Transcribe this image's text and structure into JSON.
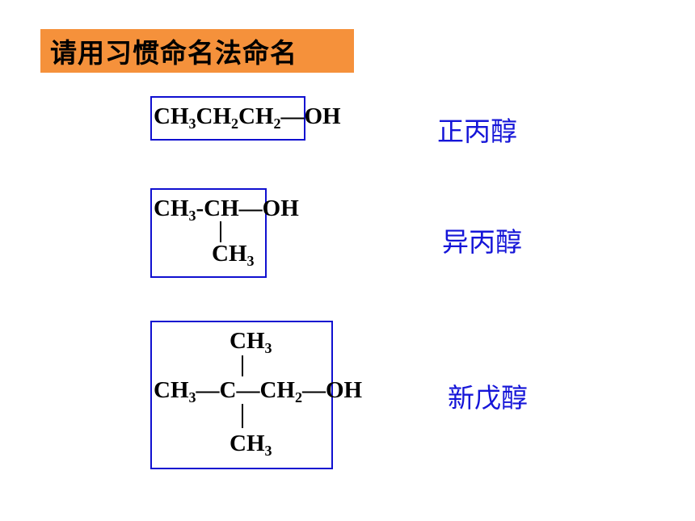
{
  "title": "请用习惯命名法命名",
  "items": [
    {
      "parts": [
        {
          "t": "CH",
          "s": "3"
        },
        {
          "t": "CH",
          "s": "2"
        },
        {
          "t": "CH",
          "s": "2"
        },
        {
          "t": "—OH",
          "s": ""
        }
      ],
      "answer": "正丙醇"
    },
    {
      "main_parts": [
        {
          "t": "CH",
          "s": "3"
        },
        {
          "t": "-CH—OH",
          "s": ""
        }
      ],
      "branch_parts": [
        {
          "t": "CH",
          "s": "3"
        }
      ],
      "answer": "异丙醇"
    },
    {
      "top_parts": [
        {
          "t": "CH",
          "s": "3"
        }
      ],
      "main_parts": [
        {
          "t": "CH",
          "s": "3"
        },
        {
          "t": "—C—CH",
          "s": "2"
        },
        {
          "t": "—OH",
          "s": ""
        }
      ],
      "bottom_parts": [
        {
          "t": "CH",
          "s": "3"
        }
      ],
      "answer": "新戊醇"
    }
  ],
  "colors": {
    "banner": "#f5913b",
    "box_border": "#1010d0",
    "answer_text": "#1515d8"
  }
}
